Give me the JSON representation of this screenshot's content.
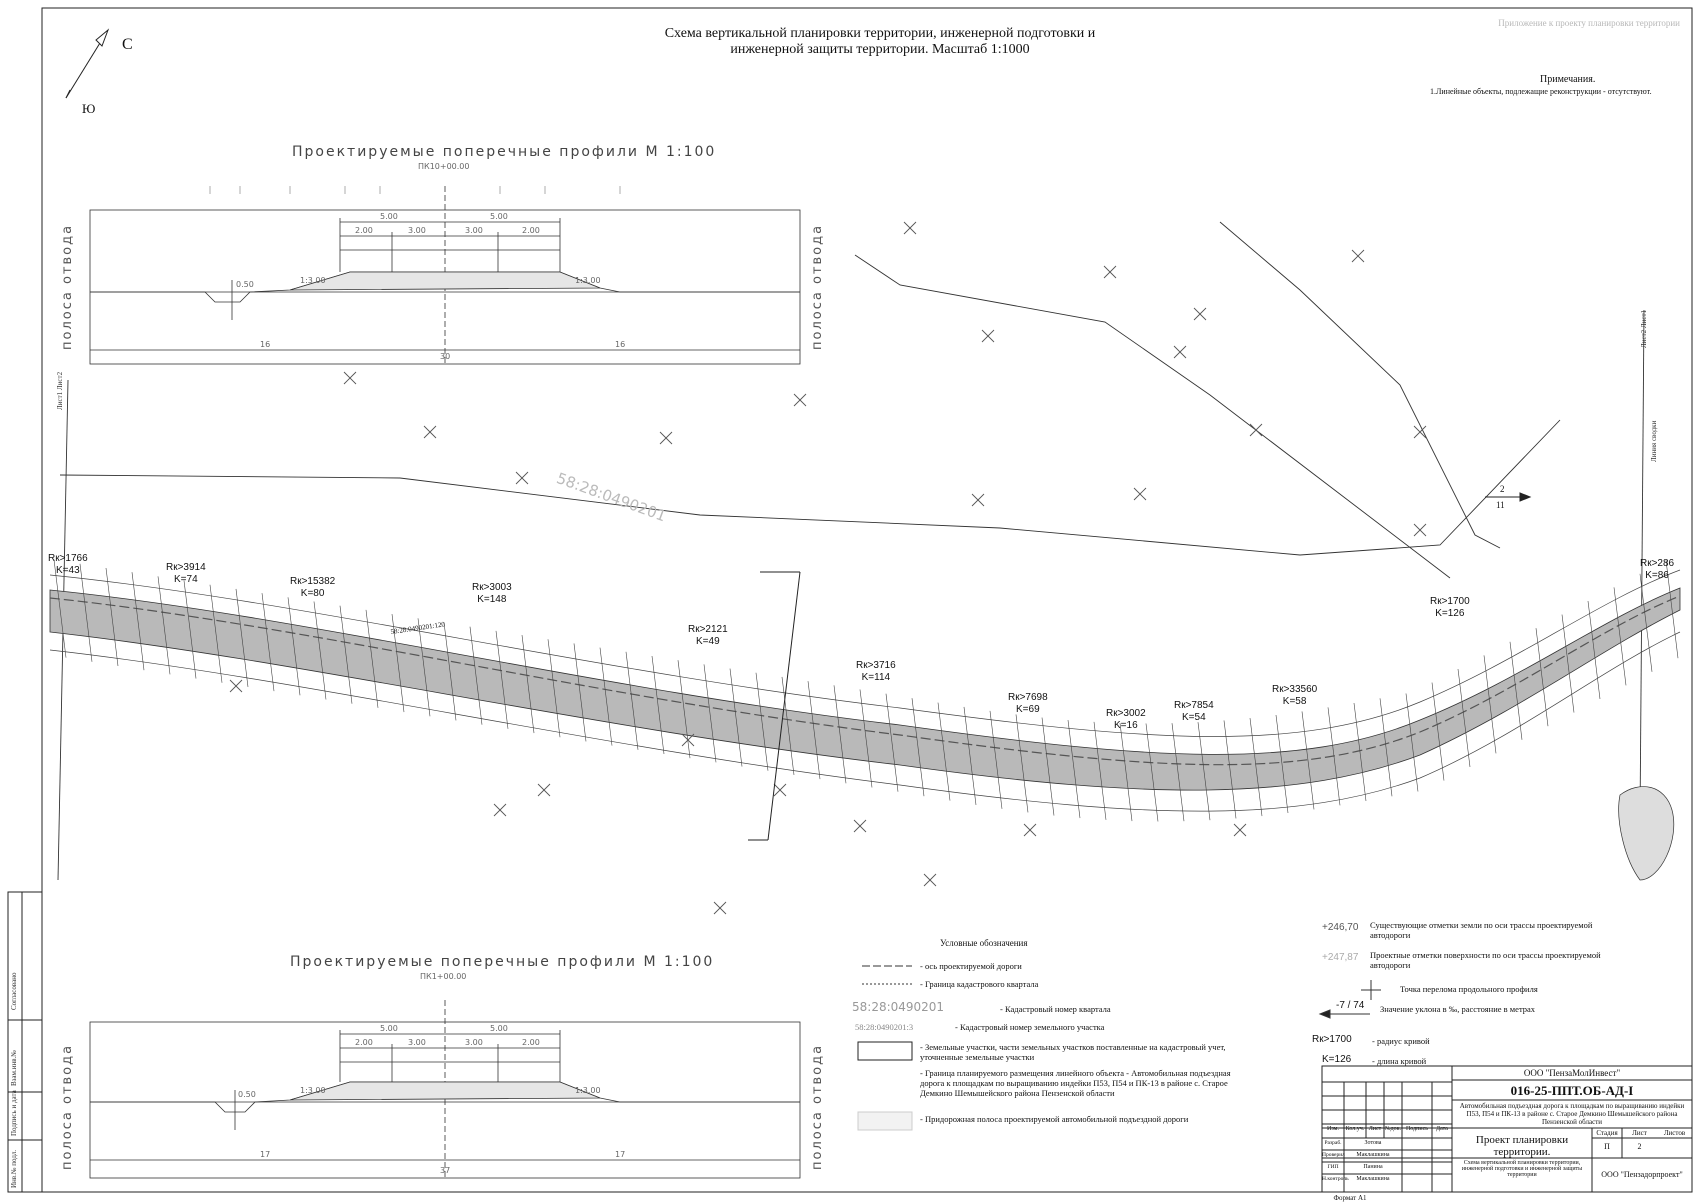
{
  "title": {
    "line1": "Схема вертикальной планировки территории, инженерной подготовки и",
    "line2": "инженерной защиты территории. Масштаб 1:1000"
  },
  "faded_note": "Приложение к проекту планировки территории",
  "north": {
    "label_n": "С",
    "label_s": "Ю"
  },
  "notes": {
    "heading": "Примечания.",
    "item1": "1.Линейные объекты, подлежащие реконструкции - отсутствуют."
  },
  "section_top": {
    "heading": "Проектируемые поперечные профили М 1:100",
    "pk": "ПК10+00.00",
    "left_label": "полоса отвода",
    "right_label": "полоса отвода",
    "dims_top": [
      "5.00",
      "5.00"
    ],
    "dims_mid": [
      "2.00",
      "3.00",
      "3.00",
      "2.00"
    ],
    "slope_l": "1:3.00",
    "slope_r": "1:3.00",
    "depth": "0.50",
    "bottom_total": "30",
    "bottom_left": "16",
    "bottom_right": "16"
  },
  "section_bottom": {
    "heading": "Проектируемые поперечные профили М 1:100",
    "pk": "ПК1+00.00",
    "left_label": "полоса отвода",
    "right_label": "полоса отвода",
    "dims_top": [
      "5.00",
      "5.00"
    ],
    "dims_mid": [
      "2.00",
      "3.00",
      "3.00",
      "2.00"
    ],
    "slope_l": "1:3.00",
    "slope_r": "1:3.00",
    "depth": "0.50",
    "bottom_total": "37",
    "bottom_left": "17",
    "bottom_right": "17"
  },
  "plan": {
    "cadastre_quarter_big": "58:28:0490201",
    "cadastre_small": "58:28:0490201:120",
    "curves": [
      {
        "r": "Rк>1766",
        "k": "K=43"
      },
      {
        "r": "Rк>3914",
        "k": "K=74"
      },
      {
        "r": "Rк>15382",
        "k": "K=80"
      },
      {
        "r": "Rк>3003",
        "k": "K=148"
      },
      {
        "r": "Rк>2121",
        "k": "K=49"
      },
      {
        "r": "Rк>3716",
        "k": "K=114"
      },
      {
        "r": "Rк>7698",
        "k": "K=69"
      },
      {
        "r": "Rк>3002",
        "k": "K=16"
      },
      {
        "r": "Rк>7854",
        "k": "K=54"
      },
      {
        "r": "Rк>33560",
        "k": "K=58"
      },
      {
        "r": "Rк>1700",
        "k": "K=126"
      },
      {
        "r": "Rк>286",
        "k": "K=86"
      }
    ],
    "sheet_marks": {
      "left": "Лист1 Лист2",
      "right": "Лист2 Лист1",
      "line": "Линия сводки"
    },
    "slope_marker": {
      "top": "2",
      "bottom": "11"
    }
  },
  "legend": {
    "heading": "Условные обозначения",
    "items": [
      "- ось проектируемой дороги",
      "- Граница кадастрового квартала",
      "- Кадастровый номер квартала",
      "- Кадастровый номер земельного участка",
      "- Земельные участки, части земельных участков поставленные на кадастровый учет, уточненные земельные участки",
      "- Граница планируемого размещения линейного объекта - Автомобильная подъездная дорога к площадкам по выращиванию индейки П53, П54 и ПК-13 в районе с. Старое Демкино Шемышейского района Пензенской области",
      "- Придорожная полоса проектируемой автомобильной подъездной дороги"
    ],
    "quarter_code": "58:28:0490201",
    "parcel_code": "58:28:0490201:3",
    "sym_items": [
      {
        "sym": "+246,70",
        "text": "Существующие отметки земли по оси трассы проектируемой автодороги"
      },
      {
        "sym": "+247,87",
        "text": "Проектные отметки поверхности по оси трассы проектируемой автодороги"
      },
      {
        "sym": "",
        "text": "Точка перелома продольного профиля"
      },
      {
        "sym": "-7 / 74",
        "text": "Значение уклона в ‰, расстояние в метрах"
      },
      {
        "sym": "Rк>1700",
        "text": "- радиус кривой"
      },
      {
        "sym": "K=126",
        "text": "- длина кривой"
      }
    ]
  },
  "stamp": {
    "company": "ООО \"ПензаМолИнвест\"",
    "code": "016-25-ППТ.ОБ-АД-I",
    "object": "Автомобильная подъездная дорога к площадкам по выращиванию индейки П53, П54 и ПК-13 в районе с. Старое Демкино Шемышейского района Пензенской области",
    "header": [
      "Изм.",
      "Кол.уч.",
      "Лист",
      "№док.",
      "Подпись",
      "Дата"
    ],
    "rows": [
      {
        "role": "Разраб.",
        "name": "Зотова"
      },
      {
        "role": "Проверил",
        "name": "Маклашкина"
      },
      {
        "role": "ГИП",
        "name": "Панина"
      },
      {
        "role": "Н.контроль",
        "name": "Маклашкина"
      }
    ],
    "doc_title": "Проект планировки территории.",
    "stage_h": "Стадия",
    "sheet_h": "Лист",
    "sheets_h": "Листов",
    "stage": "П",
    "sheet": "2",
    "sheets": "",
    "drawing": "Схема вертикальной планировки территории, инженерной подготовки и инженерной защиты территории",
    "org": "ООО \"Пензадорпроект\"",
    "format": "Формат А1",
    "side_labels": [
      "Инв.№ подл.",
      "Подпись и дата",
      "Взам.инв.№",
      "Согласовано"
    ]
  }
}
